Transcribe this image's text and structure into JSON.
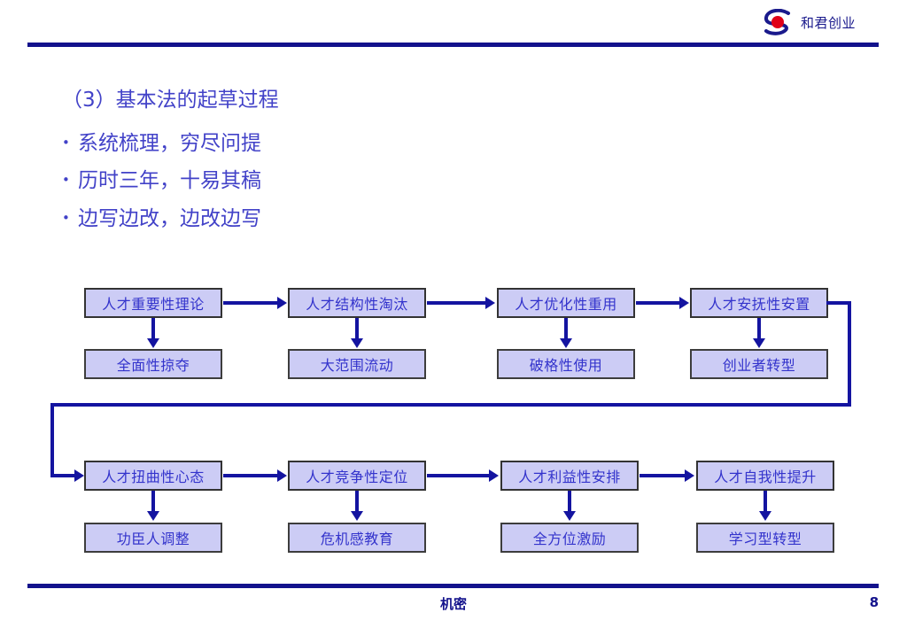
{
  "header": {
    "brand_name": "和君创业",
    "logo_icon": "swoosh-logo-icon",
    "accent_color": "#13128c"
  },
  "slide": {
    "title": "（3）基本法的起草过程",
    "bullet_marker": "•",
    "bullets": [
      "系统梳理，穷尽问提",
      "历时三年，十易其稿",
      "边写边改，边改边写"
    ]
  },
  "diagram": {
    "type": "flowchart",
    "node_fill": "#ccccf5",
    "node_border": "#333333",
    "node_text_color": "#3333cc",
    "connector_color": "#1414a0",
    "row1": {
      "main": [
        "人才重要性理论",
        "人才结构性淘汰",
        "人才优化性重用",
        "人才安抚性安置"
      ],
      "sub": [
        "全面性掠夺",
        "大范围流动",
        "破格性使用",
        "创业者转型"
      ]
    },
    "row2": {
      "main": [
        "人才扭曲性心态",
        "人才竞争性定位",
        "人才利益性安排",
        "人才自我性提升"
      ],
      "sub": [
        "功臣人调整",
        "危机感教育",
        "全方位激励",
        "学习型转型"
      ]
    }
  },
  "footer": {
    "confidential": "机密",
    "page_number": "8"
  }
}
